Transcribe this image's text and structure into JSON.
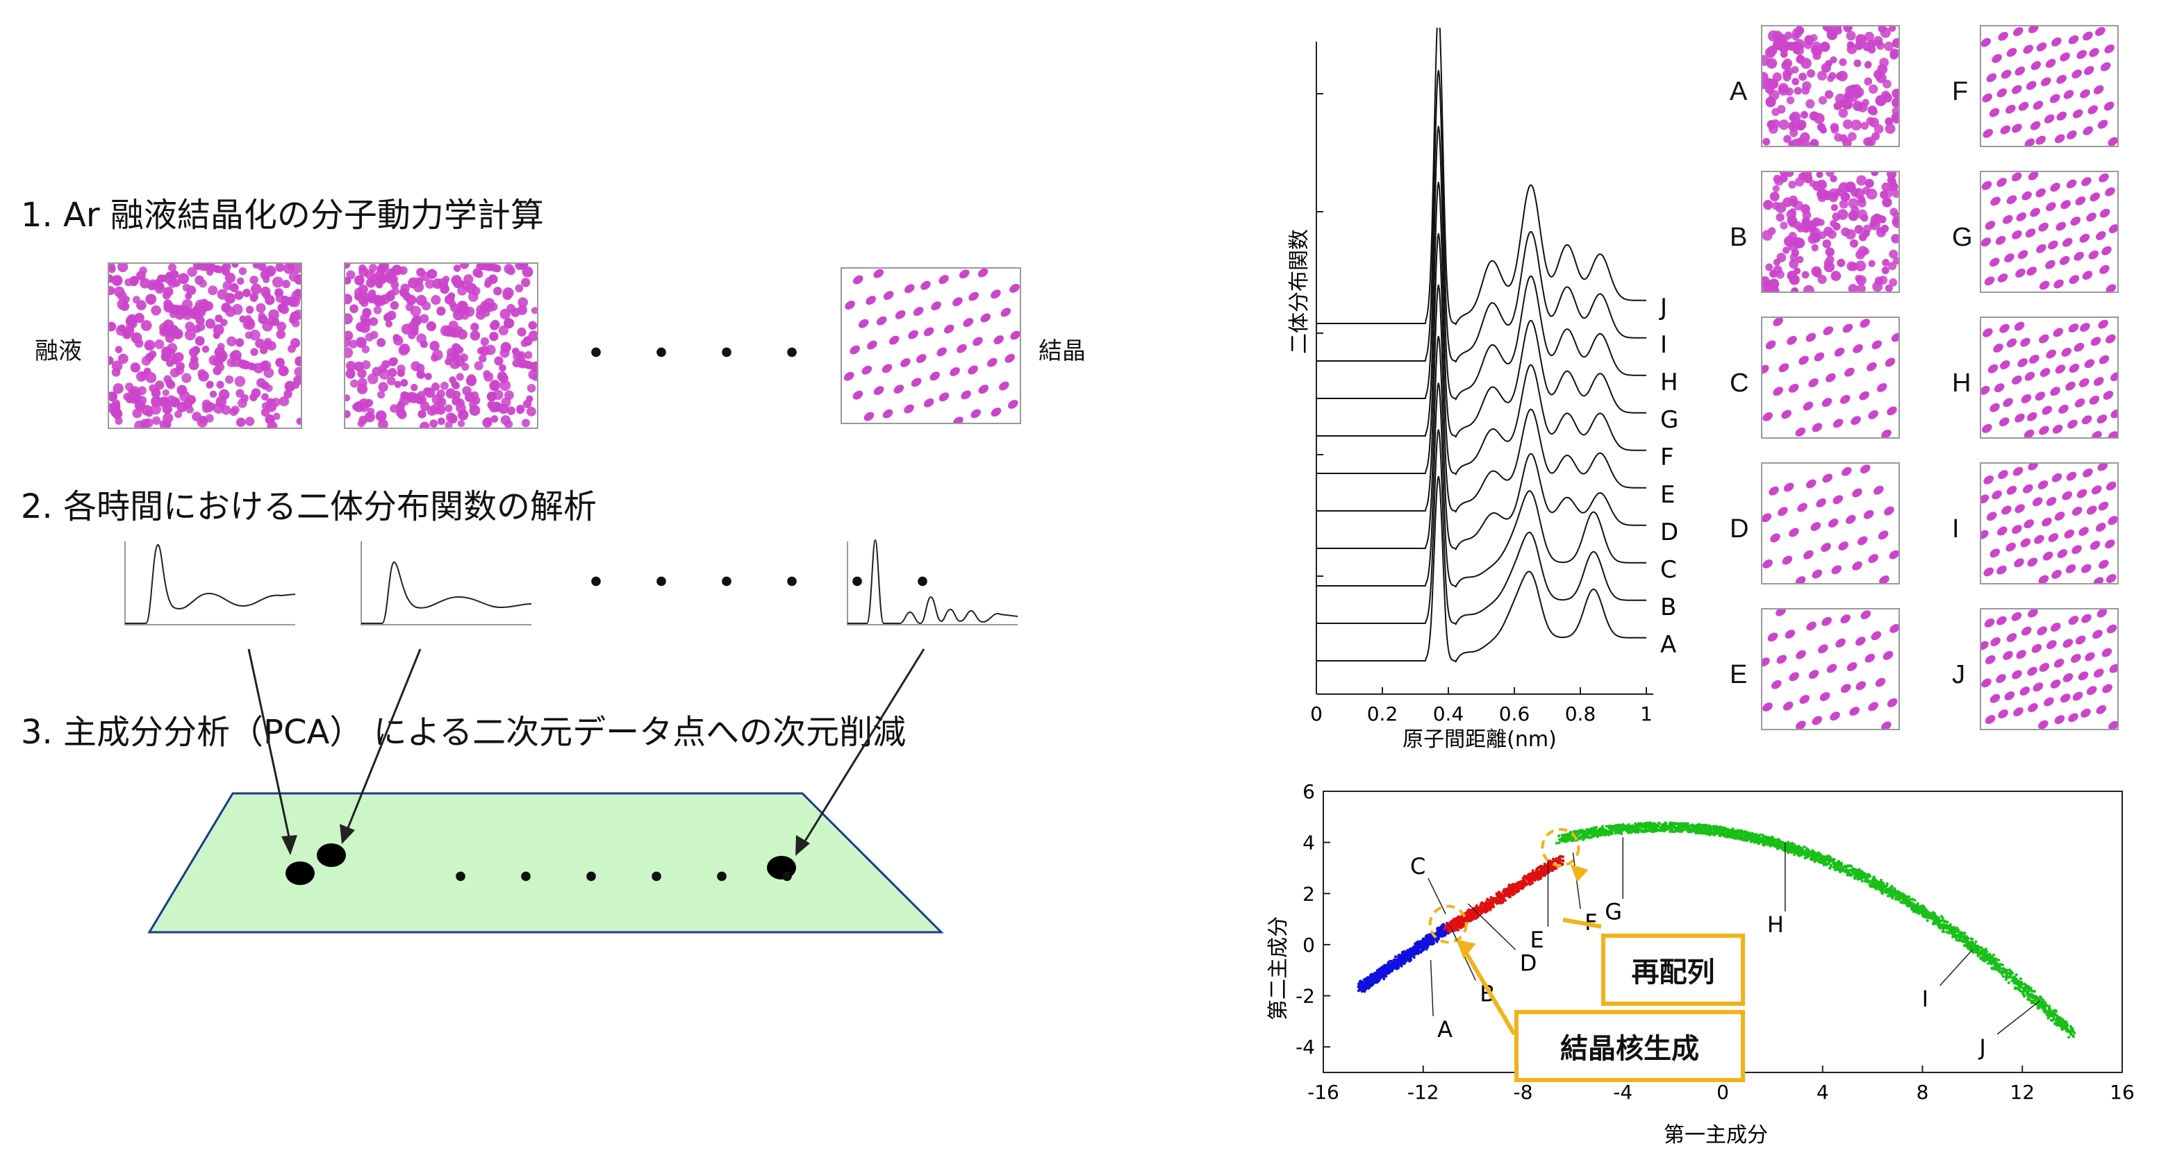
{
  "steps": {
    "s1": "1. Ar 融液結晶化の分子動力学計算",
    "s2": "2. 各時間における二体分布関数の解析",
    "s3": "3. 主成分分析（PCA） による二次元データ点への次元削減"
  },
  "labels": {
    "liquid": "融液",
    "crystal": "結晶"
  },
  "ellipsis": "・・・・・・",
  "colors": {
    "atom": "#cc44cc",
    "plane_fill": "#ccf5c8",
    "plane_stroke": "#1a3a8c",
    "blue": "#1010e0",
    "red": "#e01010",
    "green": "#18c018",
    "callout": "#f2b21a"
  },
  "snapshots": [
    "A",
    "B",
    "C",
    "D",
    "E",
    "F",
    "G",
    "H",
    "I",
    "J"
  ],
  "callouts": {
    "rearrange": "再配列",
    "nucleation": "結晶核生成"
  },
  "chart_data": [
    {
      "type": "line",
      "ylabel": "二体分布関数",
      "xlabel": "原子間距離(nm)",
      "xlim": [
        0,
        1
      ],
      "xticks": [
        "0",
        "0.2",
        "0.4",
        "0.6",
        "0.8",
        "1"
      ],
      "series": [
        {
          "name": "A",
          "peaks": [
            [
              0.37,
              4.0
            ],
            [
              0.6,
              0.55
            ],
            [
              0.65,
              1.3
            ],
            [
              0.84,
              1.05
            ]
          ]
        },
        {
          "name": "B",
          "peaks": [
            [
              0.37,
              4.2
            ],
            [
              0.6,
              0.5
            ],
            [
              0.65,
              1.35
            ],
            [
              0.84,
              1.05
            ]
          ]
        },
        {
          "name": "C",
          "peaks": [
            [
              0.37,
              4.4
            ],
            [
              0.6,
              0.45
            ],
            [
              0.65,
              1.45
            ],
            [
              0.84,
              1.1
            ]
          ]
        },
        {
          "name": "D",
          "peaks": [
            [
              0.37,
              4.6
            ],
            [
              0.53,
              0.35
            ],
            [
              0.65,
              1.55
            ],
            [
              0.76,
              0.6
            ],
            [
              0.86,
              0.7
            ]
          ]
        },
        {
          "name": "E",
          "peaks": [
            [
              0.37,
              4.9
            ],
            [
              0.53,
              0.45
            ],
            [
              0.65,
              1.7
            ],
            [
              0.76,
              0.7
            ],
            [
              0.86,
              0.75
            ]
          ]
        },
        {
          "name": "F",
          "peaks": [
            [
              0.37,
              5.2
            ],
            [
              0.53,
              0.55
            ],
            [
              0.65,
              1.85
            ],
            [
              0.76,
              0.8
            ],
            [
              0.86,
              0.8
            ]
          ]
        },
        {
          "name": "G",
          "peaks": [
            [
              0.37,
              5.5
            ],
            [
              0.53,
              0.65
            ],
            [
              0.65,
              2.0
            ],
            [
              0.76,
              0.9
            ],
            [
              0.86,
              0.85
            ]
          ]
        },
        {
          "name": "H",
          "peaks": [
            [
              0.37,
              5.9
            ],
            [
              0.53,
              0.75
            ],
            [
              0.65,
              2.15
            ],
            [
              0.76,
              1.0
            ],
            [
              0.86,
              0.9
            ]
          ]
        },
        {
          "name": "I",
          "peaks": [
            [
              0.37,
              6.3
            ],
            [
              0.53,
              0.85
            ],
            [
              0.65,
              2.3
            ],
            [
              0.76,
              1.1
            ],
            [
              0.86,
              0.95
            ]
          ]
        },
        {
          "name": "J",
          "peaks": [
            [
              0.37,
              6.8
            ],
            [
              0.53,
              0.95
            ],
            [
              0.65,
              2.5
            ],
            [
              0.76,
              1.2
            ],
            [
              0.86,
              1.0
            ]
          ]
        }
      ]
    },
    {
      "type": "scatter",
      "xlabel": "第一主成分",
      "ylabel": "第二主成分",
      "xlim": [
        -16,
        16
      ],
      "ylim": [
        -5,
        6
      ],
      "xticks": [
        "-16",
        "-12",
        "-8",
        "-4",
        "0",
        "4",
        "8",
        "12",
        "16"
      ],
      "yticks": [
        "-4",
        "-2",
        "0",
        "2",
        "4",
        "6"
      ],
      "series": [
        {
          "color": "blue",
          "x": [
            -14.5,
            -11.0
          ],
          "y": [
            -1.7,
            0.7
          ]
        },
        {
          "color": "red",
          "x": [
            -11.0,
            -6.5
          ],
          "y": [
            0.6,
            3.3
          ]
        },
        {
          "color": "green",
          "x": [
            -6.5,
            14.0
          ],
          "curve": "parabola",
          "y_peak": 4.6,
          "x_peak": -2.5,
          "y_end": -3.5
        }
      ],
      "annotations": [
        {
          "label": "A",
          "x": -11.7,
          "y": -0.6
        },
        {
          "label": "B",
          "x": -10.9,
          "y": 0.7
        },
        {
          "label": "C",
          "x": -11.1,
          "y": 1.2
        },
        {
          "label": "D",
          "x": -10.2,
          "y": 1.6
        },
        {
          "label": "E",
          "x": -7.0,
          "y": 3.3
        },
        {
          "label": "F",
          "x": -6.0,
          "y": 3.6
        },
        {
          "label": "G",
          "x": -4.0,
          "y": 4.2
        },
        {
          "label": "H",
          "x": 2.5,
          "y": 4.0
        },
        {
          "label": "I",
          "x": 10.0,
          "y": -0.2
        },
        {
          "label": "J",
          "x": 12.7,
          "y": -2.2
        }
      ]
    }
  ]
}
